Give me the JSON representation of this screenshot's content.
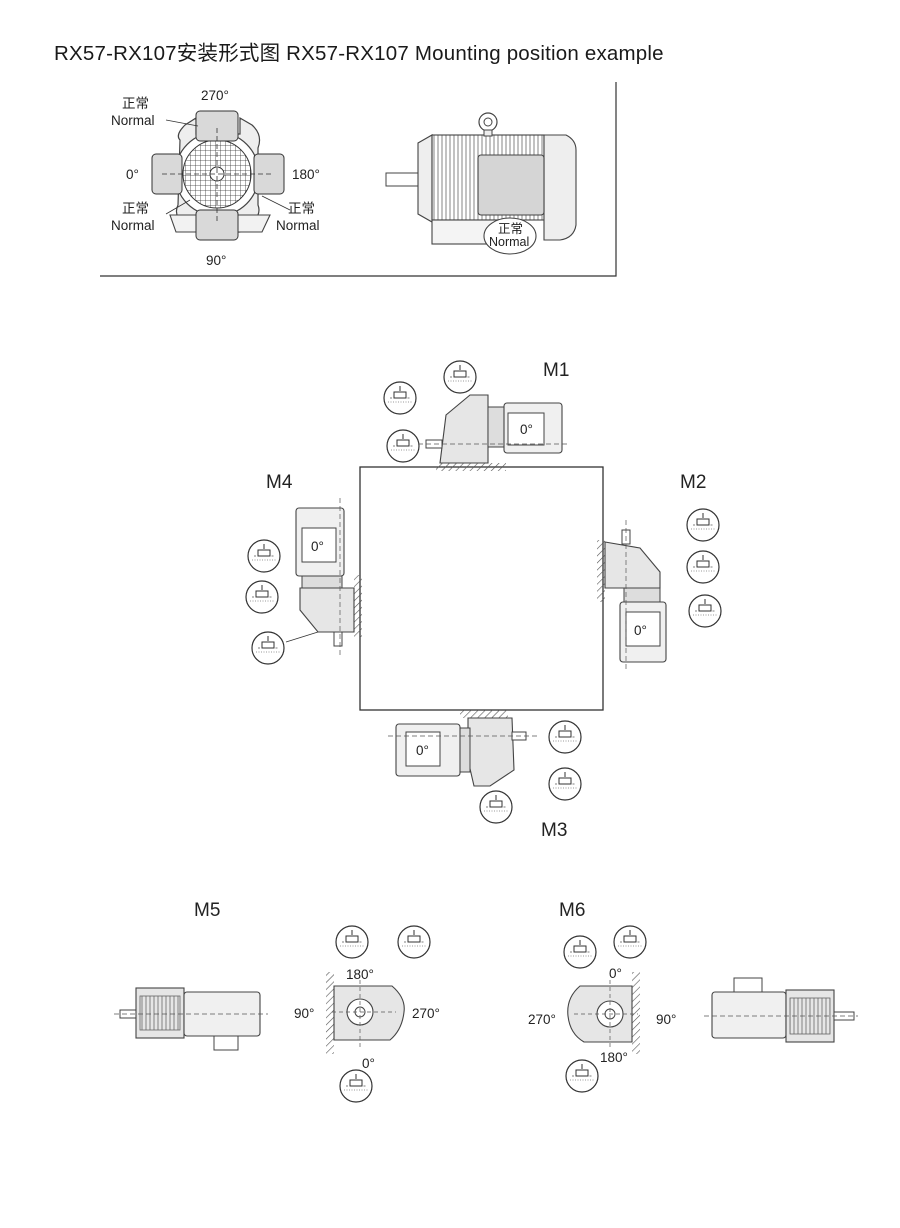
{
  "title": "RX57-RX107安装形式图 RX57-RX107  Mounting position example",
  "terminal_box": {
    "angle_top": "270°",
    "angle_left": "0°",
    "angle_right": "180°",
    "angle_bottom": "90°",
    "normal_cn": "正常",
    "normal_en": "Normal"
  },
  "motor_label": "0°",
  "positions": {
    "m1": "M1",
    "m2": "M2",
    "m3": "M3",
    "m4": "M4",
    "m5": "M5",
    "m6": "M6"
  },
  "m5_angles": {
    "top": "180°",
    "left": "90°",
    "right": "270°",
    "bottom": "0°"
  },
  "m6_angles": {
    "top": "0°",
    "left": "270°",
    "right": "90°",
    "bottom": "180°"
  }
}
